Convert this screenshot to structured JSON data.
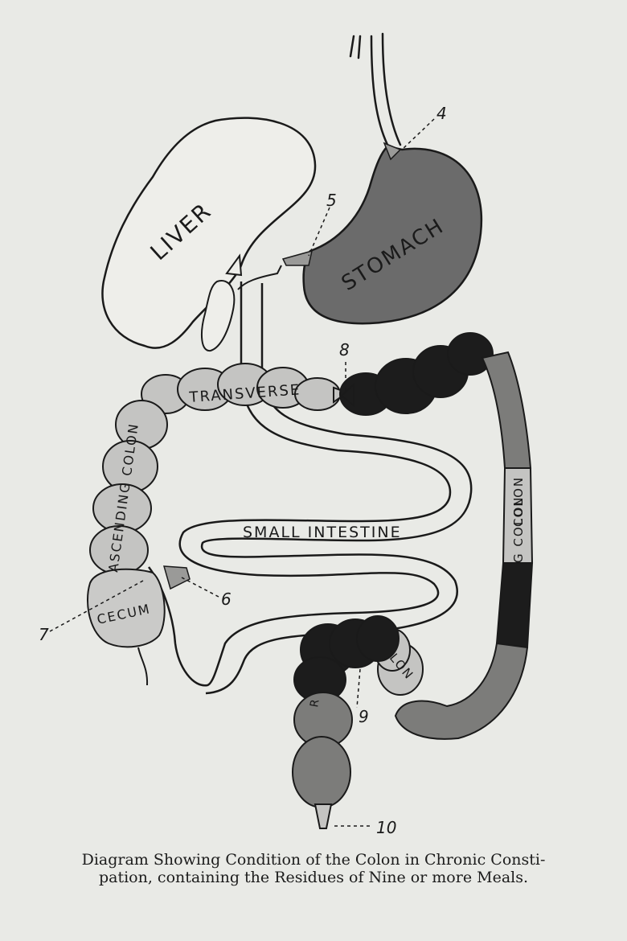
{
  "labels": {
    "liver": "LIVER",
    "stomach": "STOMACH",
    "transverse": "TRANSVERSE",
    "ascending": "ASCENDING COLON",
    "small_intestine": "SMALL INTESTINE",
    "cecum": "CECUM",
    "descending": "COLON",
    "descending_fragment": "G COLON",
    "sigmoid_fragment": "LON",
    "rectum_fragment": "R"
  },
  "callouts": {
    "n4": "4",
    "n5": "5",
    "n6": "6",
    "n7": "7",
    "n8": "8",
    "n9": "9",
    "n10": "10"
  },
  "caption": {
    "line1": "Diagram Showing Condition of the Colon in Chronic Consti-",
    "line2": "pation, containing the Residues of Nine or more Meals."
  },
  "colors": {
    "background": "#e9eae6",
    "outline": "#1a1a1a",
    "stomach": "#6b6b6b",
    "light_colon": "#c4c4c2",
    "medium_colon": "#7c7c7a",
    "dark_colon": "#1c1c1c",
    "cecum": "#cacac8"
  }
}
